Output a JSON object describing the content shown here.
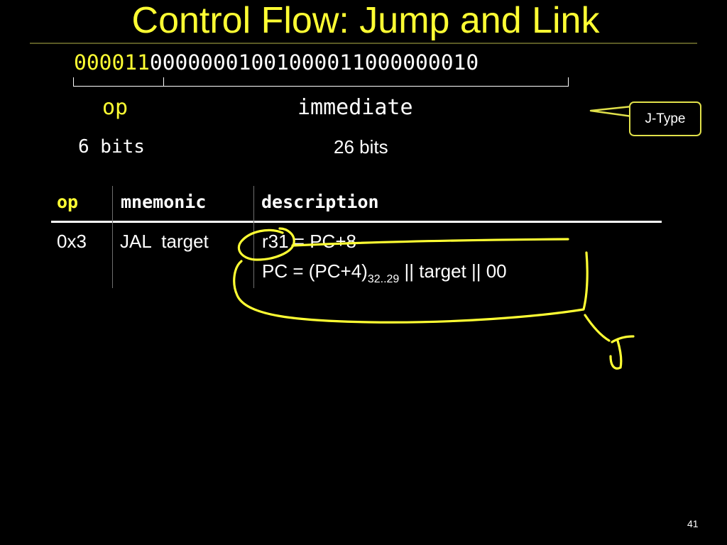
{
  "slide": {
    "title": "Control Flow: Jump and Link",
    "page_number": "41"
  },
  "encoding": {
    "op_bits": "000011",
    "immediate_bits": "00000001001000011000000010",
    "op_label": "op",
    "immediate_label": "immediate",
    "op_width": "6 bits",
    "immediate_width": "26 bits"
  },
  "callout": {
    "text": "J-Type"
  },
  "table": {
    "headers": {
      "op": "op",
      "mnemonic": "mnemonic",
      "description": "description"
    },
    "row": {
      "op": "0x3",
      "mnemonic": "JAL  target",
      "desc_line1": "r31 = PC+8",
      "desc_line2_pre": "PC = (PC+4)",
      "desc_line2_sub": "32..29",
      "desc_line2_post": " || target || 00"
    }
  },
  "colors": {
    "background": "#000000",
    "accent_yellow": "#ffff33",
    "text": "#ffffff",
    "ink": "#ffff33"
  }
}
